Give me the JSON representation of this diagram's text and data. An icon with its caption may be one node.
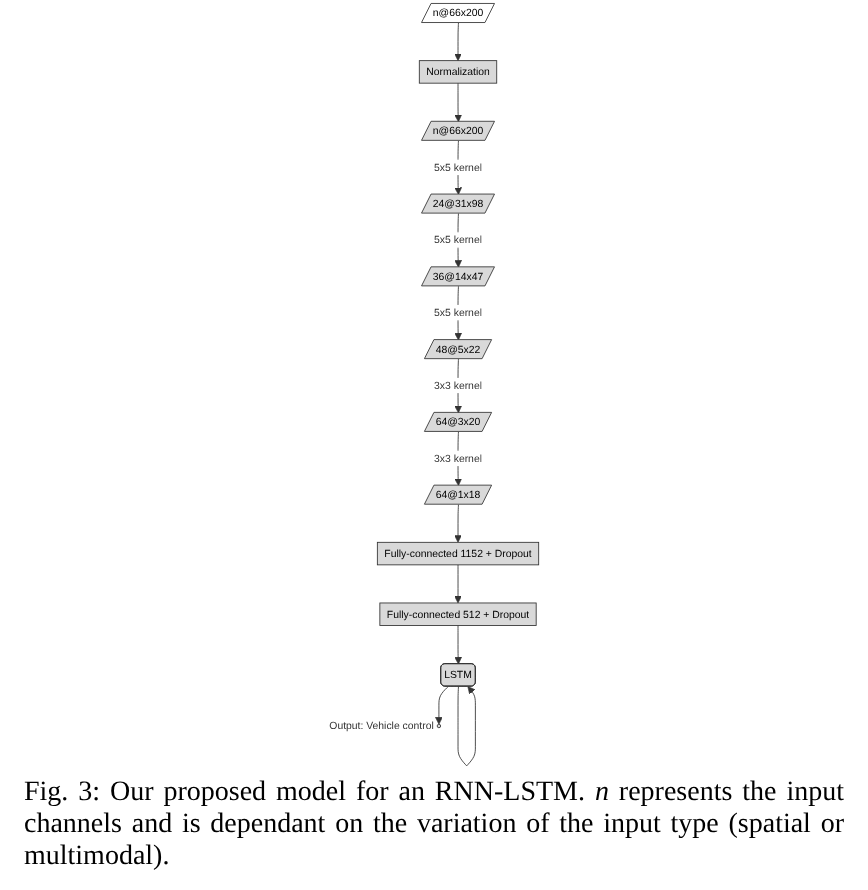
{
  "diagram": {
    "caption": "Fig. 3: Our proposed model for an RNN-LSTM. *n* represents the input channels and is dependant on the variation of the input type (spatial or multimodal).",
    "nodes": [
      {
        "text": [
          "n@66x200"
        ]
      },
      {
        "text": [
          "Normalization"
        ]
      },
      {
        "text": [
          "n@66x200"
        ]
      },
      {
        "text": [
          "24@31x98"
        ]
      },
      {
        "text": [
          "36@14x47"
        ]
      },
      {
        "text": [
          "48@5x22"
        ]
      },
      {
        "text": [
          "64@3x20"
        ]
      },
      {
        "text": [
          "64@1x18"
        ]
      },
      {
        "text": [
          "Fully-connected 1152 + Dropout"
        ]
      },
      {
        "text": [
          "Fully-connected 512 + Dropout"
        ]
      },
      {
        "text": [
          "LSTM"
        ]
      },
      {
        "text": [],
        "shape": "circle",
        "beside": [
          "Output: Vehicle control"
        ]
      }
    ],
    "edges": [
      {
        "from": 0,
        "to": 1,
        "arrow": "to"
      },
      {
        "from": 1,
        "to": 2,
        "arrow": "to"
      },
      {
        "from": 2,
        "to": 3,
        "arrow": "to",
        "label": "5x5 kernel"
      },
      {
        "from": 3,
        "to": 4,
        "arrow": "to",
        "label": "5x5 kernel"
      },
      {
        "from": 4,
        "to": 5,
        "arrow": "to",
        "label": "5x5 kernel"
      },
      {
        "from": 5,
        "to": 6,
        "arrow": "to",
        "label": "3x3 kernel"
      },
      {
        "from": 6,
        "to": 7,
        "arrow": "to",
        "label": "3x3 kernel"
      },
      {
        "from": 7,
        "to": 8,
        "arrow": "to"
      },
      {
        "from": 8,
        "to": 9,
        "arrow": "to"
      },
      {
        "from": 9,
        "to": 10,
        "arrow": "to"
      },
      {
        "from": 10,
        "to": 10,
        "arrow": "to"
      },
      {
        "from": 10,
        "to": 11,
        "arrow": "to"
      }
    ]
  }
}
